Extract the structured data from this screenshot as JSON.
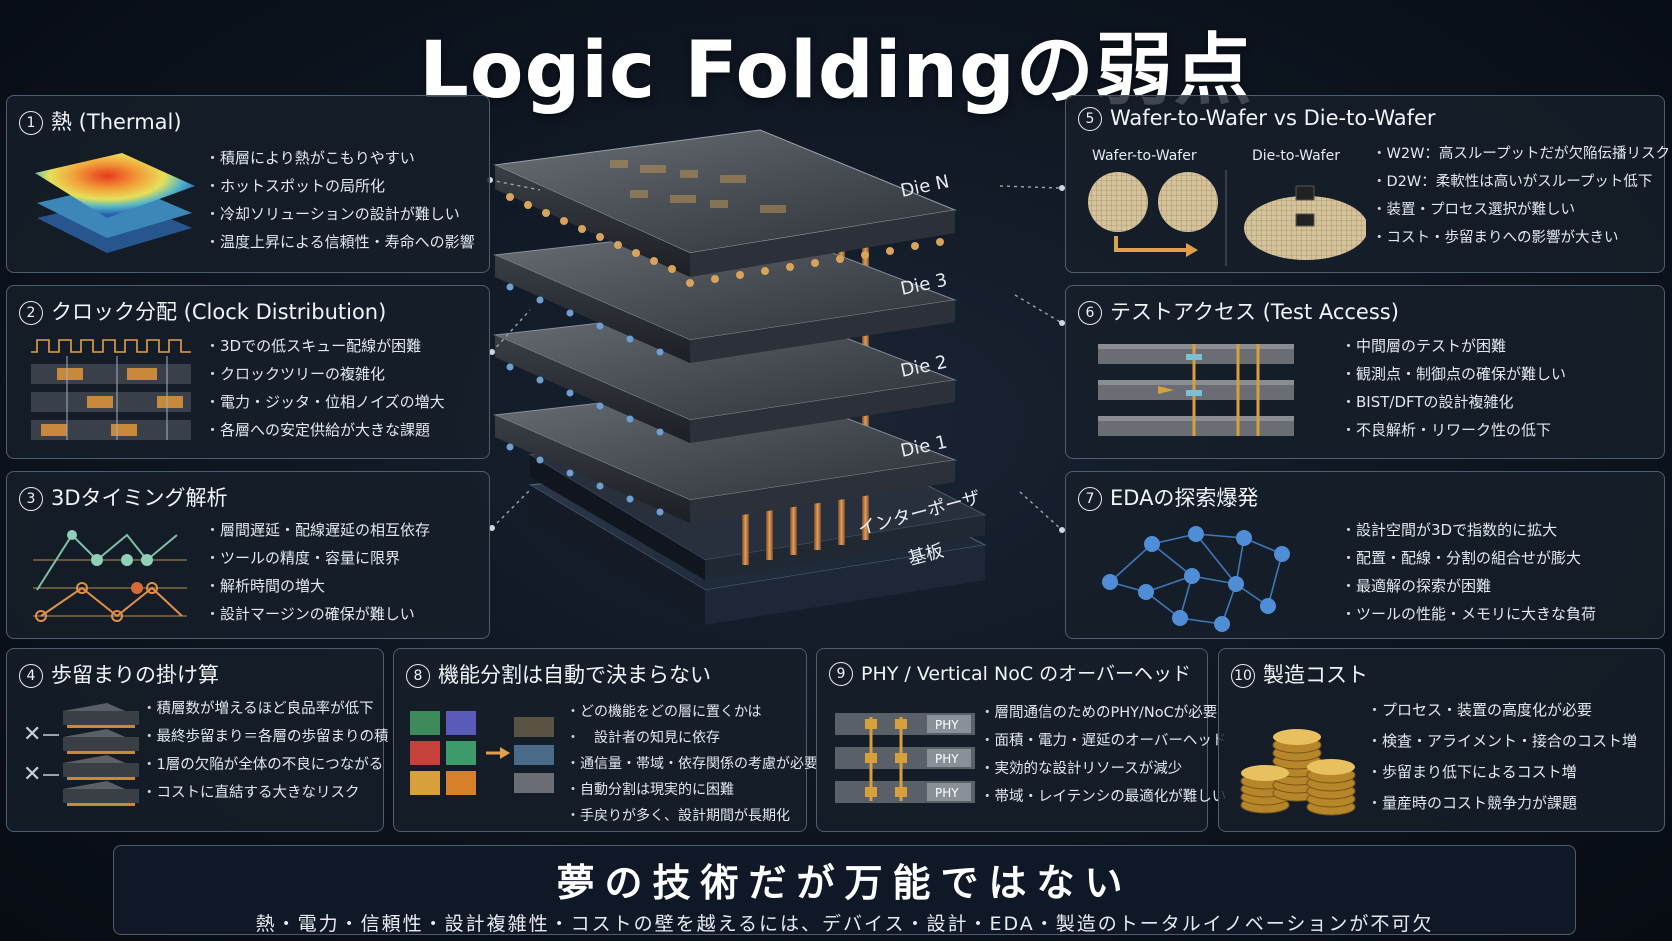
{
  "title": "Logic Foldingの弱点",
  "panels": {
    "p1": {
      "num": "1",
      "title": "熱 (Thermal)",
      "bullets": [
        "積層により熱がこもりやすい",
        "ホットスポットの局所化",
        "冷却ソリューションの設計が難しい",
        "温度上昇による信頼性・寿命への影響"
      ]
    },
    "p2": {
      "num": "2",
      "title": "クロック分配 (Clock Distribution)",
      "bullets": [
        "3Dでの低スキュー配線が困難",
        "クロックツリーの複雑化",
        "電力・ジッタ・位相ノイズの増大",
        "各層への安定供給が大きな課題"
      ]
    },
    "p3": {
      "num": "3",
      "title": "3Dタイミング解析",
      "bullets": [
        "層間遅延・配線遅延の相互依存",
        "ツールの精度・容量に限界",
        "解析時間の増大",
        "設計マージンの確保が難しい"
      ]
    },
    "p4": {
      "num": "4",
      "title": "歩留まりの掛け算",
      "bullets": [
        "積層数が増えるほど良品率が低下",
        "最終歩留まり＝各層の歩留まりの積",
        "1層の欠陥が全体の不良につながる",
        "コストに直結する大きなリスク"
      ]
    },
    "p5": {
      "num": "5",
      "title": "Wafer-to-Wafer vs Die-to-Wafer",
      "label_w2w": "Wafer-to-Wafer",
      "label_d2w": "Die-to-Wafer",
      "bullets": [
        "W2W：高スループットだが欠陥伝播リスク",
        "D2W：柔軟性は高いがスループット低下",
        "装置・プロセス選択が難しい",
        "コスト・歩留まりへの影響が大きい"
      ]
    },
    "p6": {
      "num": "6",
      "title": "テストアクセス (Test Access)",
      "bullets": [
        "中間層のテストが困難",
        "観測点・制御点の確保が難しい",
        "BIST/DFTの設計複雑化",
        "不良解析・リワーク性の低下"
      ]
    },
    "p7": {
      "num": "7",
      "title": "EDAの探索爆発",
      "bullets": [
        "設計空間が3Dで指数的に拡大",
        "配置・配線・分割の組合せが膨大",
        "最適解の探索が困難",
        "ツールの性能・メモリに大きな負荷"
      ]
    },
    "p8": {
      "num": "8",
      "title": "機能分割は自動で決まらない",
      "bullets": [
        "どの機能をどの層に置くかは",
        "　設計者の知見に依存",
        "通信量・帯域・依存関係の考慮が必要",
        "自動分割は現実的に困難",
        "手戻りが多く、設計期間が長期化"
      ]
    },
    "p9": {
      "num": "9",
      "title": "PHY / Vertical NoC のオーバーヘッド",
      "phy": "PHY",
      "bullets": [
        "層間通信のためのPHY/NoCが必要",
        "面積・電力・遅延のオーバーヘッド",
        "実効的な設計リソースが減少",
        "帯域・レイテンシの最適化が難しい"
      ]
    },
    "p10": {
      "num": "10",
      "title": "製造コスト",
      "bullets": [
        "プロセス・装置の高度化が必要",
        "検査・アライメント・接合のコスト増",
        "歩留まり低下によるコスト増",
        "量産時のコスト競争力が課題"
      ]
    }
  },
  "stack": {
    "die_n": "Die N",
    "die_3": "Die 3",
    "die_2": "Die 2",
    "die_1": "Die 1",
    "interposer": "インターポーザ",
    "substrate": "基板"
  },
  "bottom": {
    "headline": "夢の技術だが万能ではない",
    "subline": "熱・電力・信頼性・設計複雑性・コストの壁を越えるには、デバイス・設計・EDA・製造のトータルイノベーションが不可欠"
  }
}
